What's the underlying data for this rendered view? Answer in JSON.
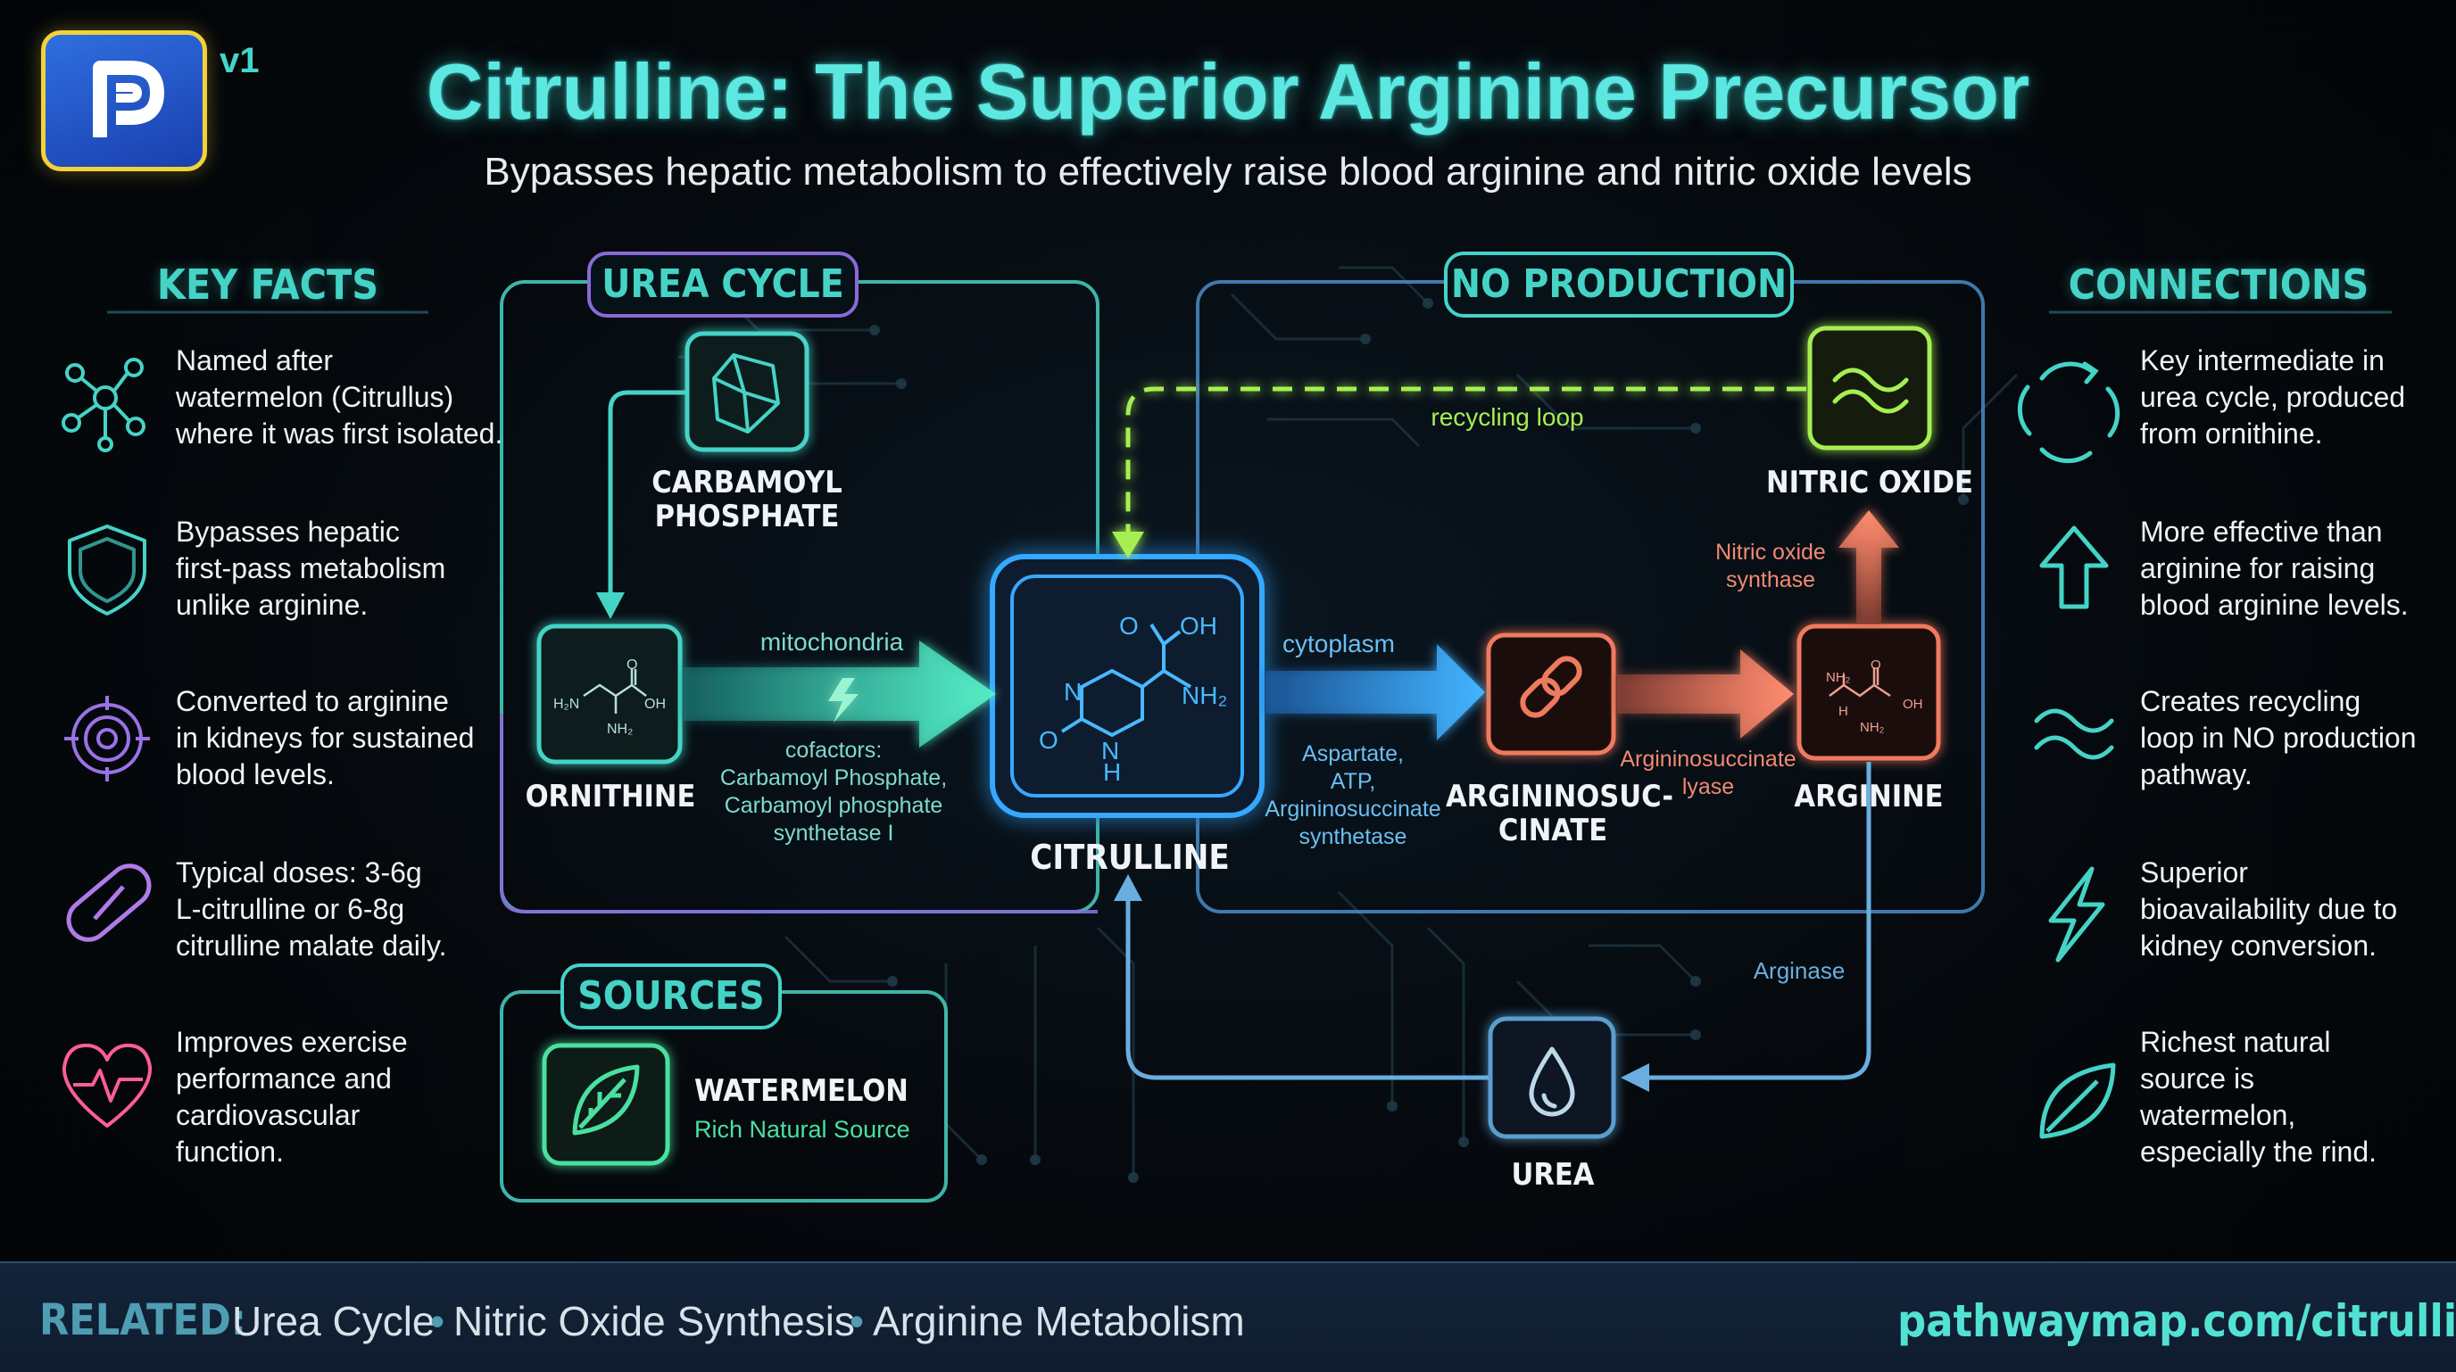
{
  "header": {
    "version": "v1",
    "title": "Citrulline: The Superior Arginine Precursor",
    "subtitle": "Bypasses hepatic metabolism to effectively raise blood arginine and nitric oxide levels"
  },
  "key_facts": {
    "heading": "KEY FACTS",
    "items": [
      {
        "icon": "molecule-network-icon",
        "lines": [
          "Named after",
          "watermelon (Citrullus)",
          "where it was first isolated."
        ]
      },
      {
        "icon": "shield-icon",
        "lines": [
          "Bypasses hepatic",
          "first-pass metabolism",
          "unlike arginine."
        ]
      },
      {
        "icon": "target-icon",
        "lines": [
          "Converted to arginine",
          "in kidneys for sustained",
          "blood levels."
        ]
      },
      {
        "icon": "capsule-icon",
        "lines": [
          "Typical doses: 3-6g",
          "L-citrulline or 6-8g",
          "citrulline malate daily."
        ]
      },
      {
        "icon": "heart-pulse-icon",
        "lines": [
          "Improves exercise",
          "performance and",
          "cardiovascular",
          "function."
        ]
      }
    ]
  },
  "connections": {
    "heading": "CONNECTIONS",
    "items": [
      {
        "icon": "cycle-arrows-icon",
        "lines": [
          "Key intermediate in",
          "urea cycle, produced",
          "from ornithine."
        ]
      },
      {
        "icon": "arrow-up-icon",
        "lines": [
          "More effective than",
          "arginine for raising",
          "blood arginine levels."
        ]
      },
      {
        "icon": "wave-icon",
        "lines": [
          "Creates recycling",
          "loop in NO production",
          "pathway."
        ]
      },
      {
        "icon": "lightning-icon",
        "lines": [
          "Superior",
          "bioavailability due to",
          "kidney conversion."
        ]
      },
      {
        "icon": "leaf-icon",
        "lines": [
          "Richest natural",
          "source is",
          "watermelon,",
          "especially the rind."
        ]
      }
    ]
  },
  "diagram": {
    "urea_cycle_label": "UREA CYCLE",
    "no_production_label": "NO PRODUCTION",
    "sources_label": "SOURCES",
    "carbamoyl": [
      "CARBAMOYL",
      "PHOSPHATE"
    ],
    "ornithine": "ORNITHINE",
    "citrulline": "CITRULLINE",
    "argininosuccinate": [
      "ARGININOSUC-",
      "CINATE"
    ],
    "arginine": "ARGININE",
    "nitric_oxide": "NITRIC OXIDE",
    "urea": "UREA",
    "watermelon": "WATERMELON",
    "watermelon_sub": "Rich Natural Source",
    "mitochondria": "mitochondria",
    "cofactors": [
      "cofactors:",
      "Carbamoyl Phosphate,",
      "Carbamoyl phosphate",
      "synthetase I"
    ],
    "cytoplasm": "cytoplasm",
    "aspartate": [
      "Aspartate,",
      "ATP,",
      "Argininosuccinate",
      "synthetase"
    ],
    "lyase": [
      "Argininosuccinate",
      "lyase"
    ],
    "nos": [
      "Nitric oxide",
      "synthase"
    ],
    "recycling": "recycling loop",
    "arginase": "Arginase",
    "mol_ornithine": {
      "h2n": "H₂N",
      "o": "O",
      "oh": "OH",
      "nh2": "NH₂"
    },
    "mol_citrulline": {
      "o_top": "O",
      "oh": "OH",
      "nh2": "NH₂",
      "n1": "N",
      "n2": "N",
      "h": "H",
      "o_left": "O"
    },
    "mol_arginine": {
      "nh2_top": "NH₂",
      "o": "O",
      "oh": "OH",
      "nh2_bottom": "NH₂",
      "hn": "H"
    }
  },
  "footer": {
    "related_label": "RELATED:",
    "related": [
      "Urea Cycle",
      "Nitric Oxide Synthesis",
      "Arginine Metabolism"
    ],
    "separator": "•",
    "url": "pathwaymap.com/citrulline"
  },
  "colors": {
    "teal": "#45d3c6",
    "cyan": "#5ce8e0",
    "blue": "#3aa8ff",
    "orange": "#f07a5e",
    "lime": "#a6ef52",
    "purple": "#9a72e6"
  }
}
